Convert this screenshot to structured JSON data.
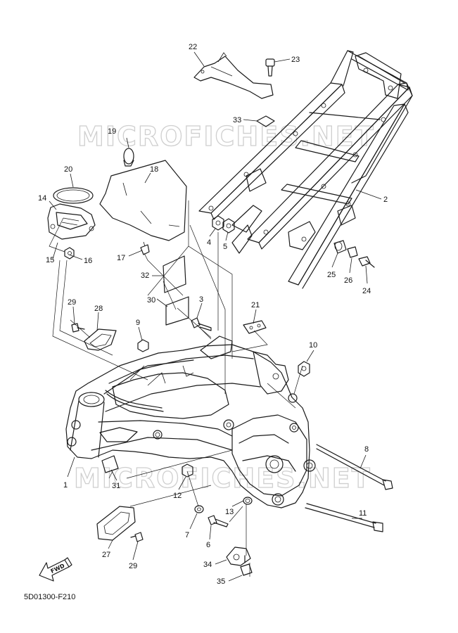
{
  "diagram_code": "5D01300-F210",
  "watermarks": [
    "MICROFICHES.NET",
    "MICROFICHES.NET"
  ],
  "fwd_label": "FWD",
  "callouts": [
    {
      "id": "c1",
      "label": "1"
    },
    {
      "id": "c2",
      "label": "2"
    },
    {
      "id": "c3",
      "label": "3"
    },
    {
      "id": "c4",
      "label": "4"
    },
    {
      "id": "c5",
      "label": "5"
    },
    {
      "id": "c6",
      "label": "6"
    },
    {
      "id": "c7",
      "label": "7"
    },
    {
      "id": "c8",
      "label": "8"
    },
    {
      "id": "c9",
      "label": "9"
    },
    {
      "id": "c10",
      "label": "10"
    },
    {
      "id": "c11",
      "label": "11"
    },
    {
      "id": "c12",
      "label": "12"
    },
    {
      "id": "c13",
      "label": "13"
    },
    {
      "id": "c14",
      "label": "14"
    },
    {
      "id": "c15",
      "label": "15"
    },
    {
      "id": "c16",
      "label": "16"
    },
    {
      "id": "c17",
      "label": "17"
    },
    {
      "id": "c18",
      "label": "18"
    },
    {
      "id": "c19",
      "label": "19"
    },
    {
      "id": "c20",
      "label": "20"
    },
    {
      "id": "c21",
      "label": "21"
    },
    {
      "id": "c22",
      "label": "22"
    },
    {
      "id": "c23",
      "label": "23"
    },
    {
      "id": "c24",
      "label": "24"
    },
    {
      "id": "c25",
      "label": "25"
    },
    {
      "id": "c26",
      "label": "26"
    },
    {
      "id": "c27",
      "label": "27"
    },
    {
      "id": "c28",
      "label": "28"
    },
    {
      "id": "c29a",
      "label": "29"
    },
    {
      "id": "c29b",
      "label": "29"
    },
    {
      "id": "c30",
      "label": "30"
    },
    {
      "id": "c31",
      "label": "31"
    },
    {
      "id": "c32",
      "label": "32"
    },
    {
      "id": "c33",
      "label": "33"
    },
    {
      "id": "c34",
      "label": "34"
    },
    {
      "id": "c35",
      "label": "35"
    }
  ]
}
